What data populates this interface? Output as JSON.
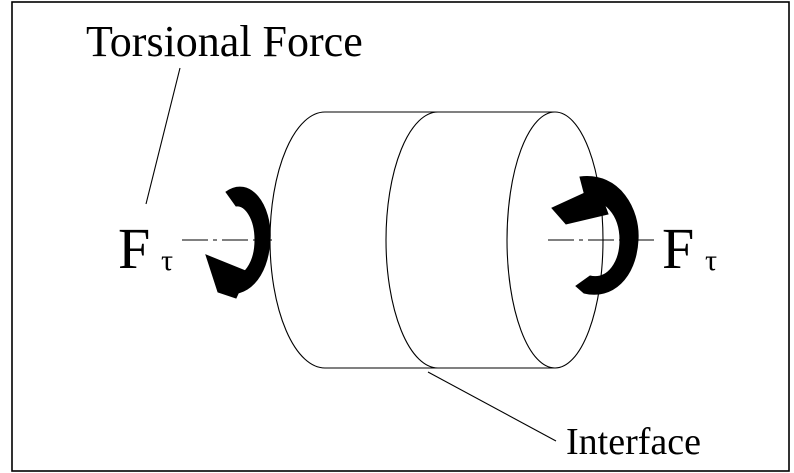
{
  "labels": {
    "torsional_force": "Torsional Force",
    "interface": "Interface",
    "force_left": {
      "symbol": "F",
      "subscript": "τ"
    },
    "force_right": {
      "symbol": "F",
      "subscript": "τ"
    }
  },
  "colors": {
    "line": "#000000",
    "background": "#ffffff",
    "torque_arrow": "#000000"
  }
}
